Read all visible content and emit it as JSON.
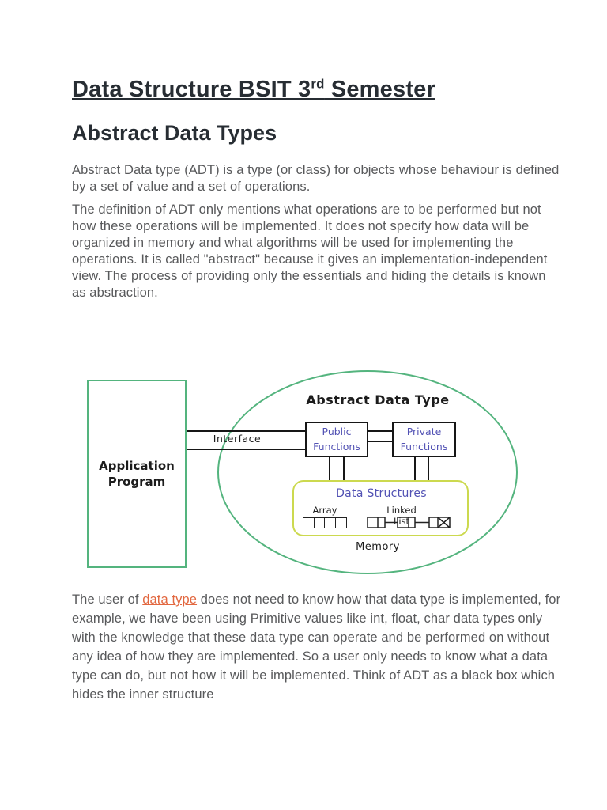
{
  "document": {
    "title_main": "Data Structure BSIT 3",
    "title_superscript": "rd",
    "title_rest": " Semester",
    "heading": "Abstract Data Types",
    "paragraphs": {
      "p1": "Abstract Data type (ADT) is a type (or class) for objects whose behaviour is defined by a set of value and a set of operations.",
      "p2": "The definition of ADT only mentions what operations are to be performed but not how these operations will be implemented. It does not specify how data will be organized in memory and what algorithms will be used for implementing the operations. It is called \"abstract\" because it gives an implementation-independent view. The process of providing only the essentials and hiding the details is known as abstraction.",
      "p3_before": "The user of ",
      "p3_link": "data type",
      "p3_after": " does not need to know how that data type is implemented, for example, we have been using Primitive values like int, float, char data types only with the knowledge that these data type can operate and be performed on without any idea of how they are implemented. So a user only needs to know what a data type can do, but not how it will be implemented. Think of ADT as a black box which hides the inner structure"
    }
  },
  "diagram": {
    "application_program_label": "Application Program",
    "ellipse_title": "Abstract Data Type",
    "interface_label": "Interface",
    "public_functions_label": "Public Functions",
    "private_functions_label": "Private Functions",
    "data_structures_title": "Data Structures",
    "array_label": "Array",
    "linked_list_label": "Linked List",
    "memory_label": "Memory"
  },
  "colors": {
    "page_background": "#ffffff",
    "heading_text": "#272d33",
    "body_text": "#58595b",
    "link_orange": "#e2673f",
    "diagram_green": "#54b47e",
    "diagram_yellow_green": "#ccd94f",
    "diagram_blue": "#5252b4",
    "diagram_line_black": "#161616"
  }
}
